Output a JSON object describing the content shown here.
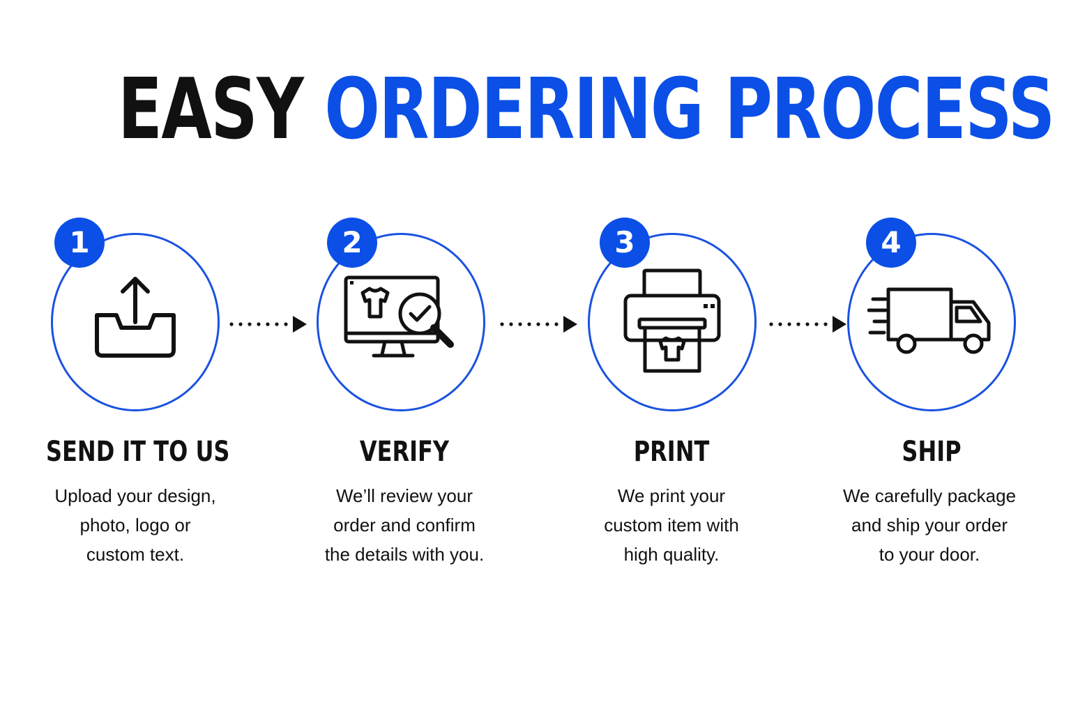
{
  "title": {
    "part1": "EASY",
    "part2": "ORDERING PROCESS"
  },
  "colors": {
    "accent": "#0b4fe6",
    "circle_border": "#1a52e0",
    "text": "#111111",
    "background": "#ffffff"
  },
  "steps": [
    {
      "number": "1",
      "title": "SEND IT TO US",
      "icon": "upload-tray-icon",
      "desc": [
        "Upload your design,",
        "photo, logo or",
        "custom text."
      ]
    },
    {
      "number": "2",
      "title": "VERIFY",
      "icon": "monitor-review-icon",
      "desc": [
        "We’ll review your",
        "order and confirm",
        "the details with you."
      ]
    },
    {
      "number": "3",
      "title": "PRINT",
      "icon": "printer-icon",
      "desc": [
        "We print your",
        "custom item with",
        "high quality."
      ]
    },
    {
      "number": "4",
      "title": "SHIP",
      "icon": "delivery-truck-icon",
      "desc": [
        "We carefully package",
        "and ship your order",
        "to your door."
      ]
    }
  ]
}
